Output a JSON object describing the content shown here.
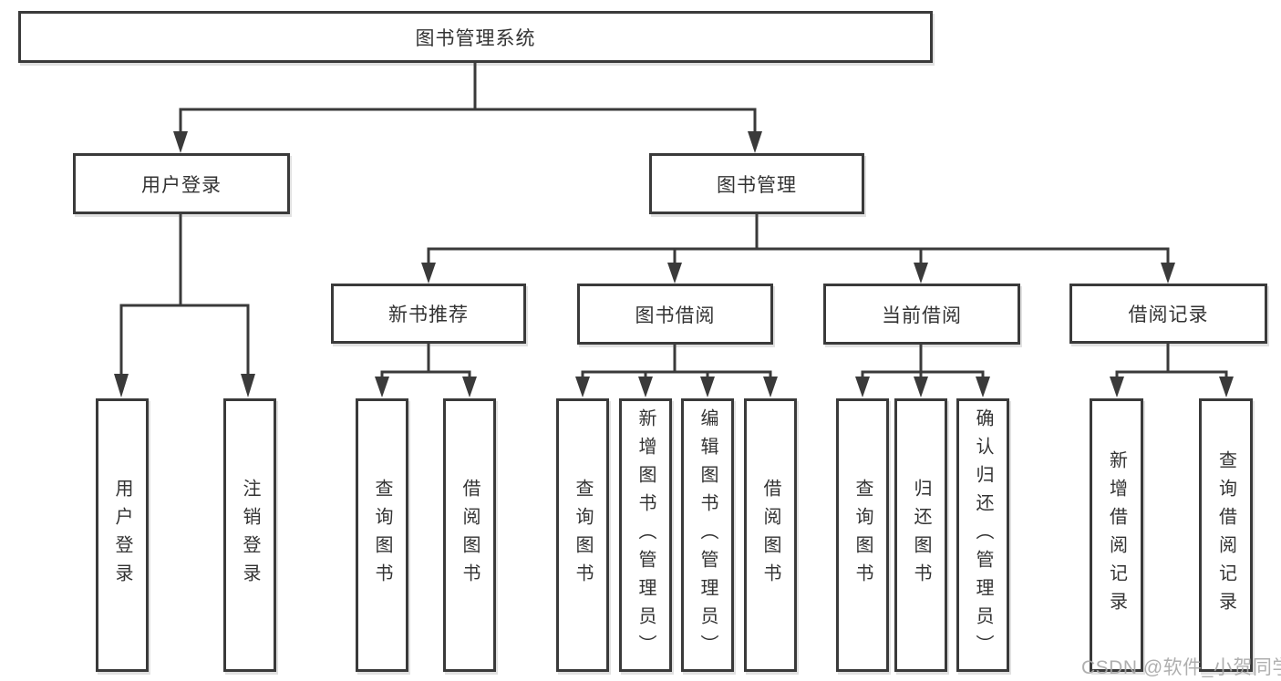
{
  "diagram": {
    "title": "图书管理系统",
    "branches": {
      "user_login": {
        "label": "用户登录",
        "children": [
          {
            "label": "用户登录"
          },
          {
            "label": "注销登录"
          }
        ]
      },
      "book_management": {
        "label": "图书管理",
        "children": [
          {
            "label": "新书推荐",
            "children": [
              {
                "label": "查询图书"
              },
              {
                "label": "借阅图书"
              }
            ]
          },
          {
            "label": "图书借阅",
            "children": [
              {
                "label": "查询图书"
              },
              {
                "label": "新增图书（管理员）"
              },
              {
                "label": "编辑图书（管理员）"
              },
              {
                "label": "借阅图书"
              }
            ]
          },
          {
            "label": "当前借阅",
            "children": [
              {
                "label": "查询图书"
              },
              {
                "label": "归还图书"
              },
              {
                "label": "确认归还（管理员）"
              }
            ]
          },
          {
            "label": "借阅记录",
            "children": [
              {
                "label": "新增借阅记录"
              },
              {
                "label": "查询借阅记录"
              }
            ]
          }
        ]
      }
    }
  },
  "watermark": "CSDN @软件_小贺同学",
  "colors": {
    "line": "#3a3a3a",
    "text": "#333333",
    "box_background": "#ffffff",
    "watermark": "#a8a8a8"
  }
}
